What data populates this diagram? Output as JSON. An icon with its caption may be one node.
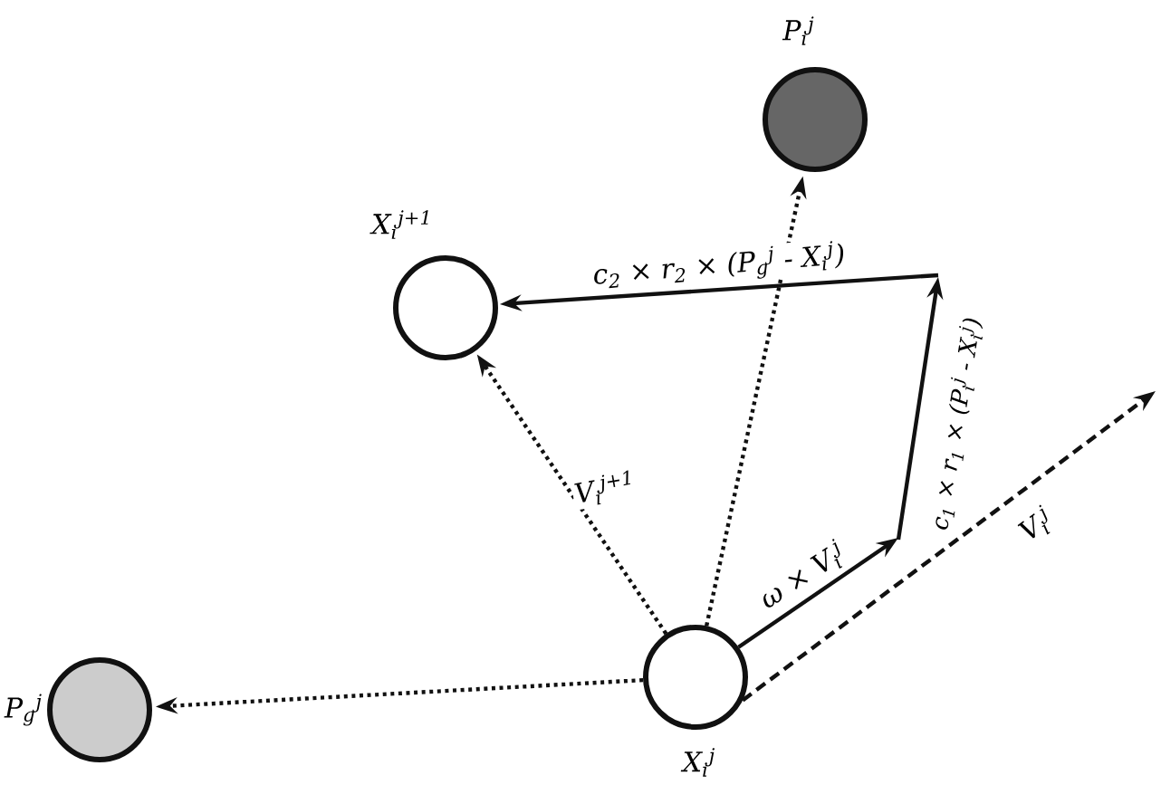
{
  "diagram": {
    "nodes": [
      {
        "text": [
          "P$_{i}$$^{j}$"
        ]
      },
      {
        "text": [
          "X$_{i}$$^{j+1}$"
        ]
      },
      {
        "text": [
          "P$_{g}$$^{j}$"
        ]
      },
      {
        "text": [
          "X$_{i}$$^{j}$"
        ]
      }
    ],
    "edges": [
      {
        "from": 3,
        "to": 0,
        "arrow": "to",
        "style": "dashed"
      },
      {
        "from": 3,
        "to": 1,
        "arrow": "to",
        "style": "dashed",
        "label": "V$_{i}$$^{j+1}$"
      },
      {
        "from": 3,
        "to": 2,
        "arrow": "to",
        "style": "dashed"
      },
      {
        "from": 3,
        "to": null,
        "arrow": "to",
        "style": "dashed",
        "label": "V$_{i}$$^{j}$"
      },
      {
        "from": 3,
        "to": null,
        "arrow": "to",
        "label": "ω × V$_{i}$$^{j}$"
      },
      {
        "from": null,
        "to": 1,
        "arrow": "to",
        "label": "c$_{2}$ × r$_{2}$ × (P$_{g}$$^{j}$ - X$_{i}$$^{j}$)"
      }
    ],
    "labels": [
      "c$_{1}$ × r$_{1}$ × (P$_{i}$$^{j}$ - X$_{i}$$^{j}$)"
    ]
  }
}
